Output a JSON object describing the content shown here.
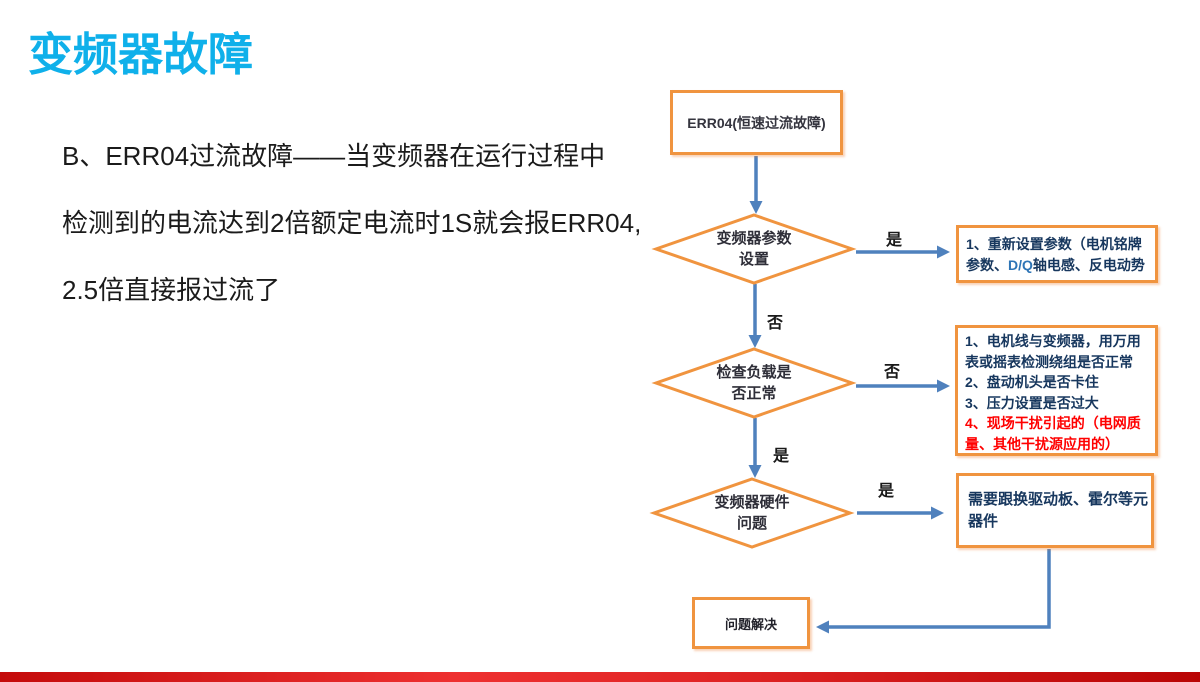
{
  "slide": {
    "title": "变频器故障",
    "paragraph_lines": [
      "B、ERR04过流故障——当变频器在运行过程中",
      "检测到的电流达到2倍额定电流时1S就会报ERR04,",
      "2.5倍直接报过流了"
    ],
    "flow": {
      "start_label": "ERR04(恒速过流故障)",
      "diamond1_lines": [
        "变频器参数",
        "设置"
      ],
      "diamond2_lines": [
        "检查负载是",
        "否正常"
      ],
      "diamond3_lines": [
        "变频器硬件",
        "问题"
      ],
      "box1_lines": [
        "1、重新设置参数（电机铭牌"
      ],
      "box1_line2_segments": [
        {
          "text": "参数、"
        },
        {
          "text": "D/Q",
          "highlight": true
        },
        {
          "text": "轴电感、反电动势"
        }
      ],
      "box2_lines": [
        "1、电机线与变频器，用万用",
        "表或摇表检测绕组是否正常",
        "2、盘动机头是否卡住",
        "3、压力设置是否过大"
      ],
      "box2_alert_lines": [
        "4、现场干扰引起的（电网质",
        "量、其他干扰源应用的）"
      ],
      "box3_lines": [
        "需要跟换驱动板、霍尔等元",
        "器件"
      ],
      "end_label": "问题解决",
      "labels": {
        "yes1": "是",
        "no1": "否",
        "no2": "否",
        "yes2": "是",
        "yes3": "是"
      }
    },
    "colors": {
      "title_blue": "#0fb0ea",
      "shape_orange": "#f0943f",
      "arrow_blue": "#4f81bd",
      "box_text_navy": "#17375e",
      "dq_blue": "#2e75b6",
      "alert_red": "#ff0000",
      "footer_red": "#d01010"
    }
  }
}
